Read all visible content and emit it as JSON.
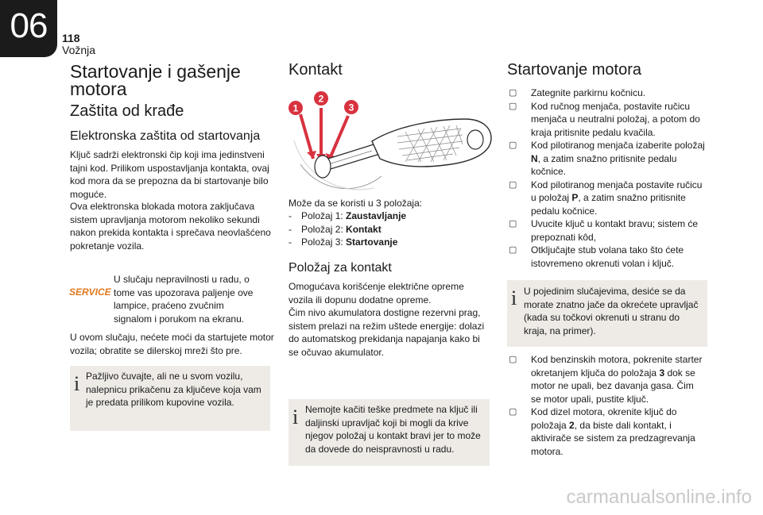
{
  "header": {
    "chapter": "06",
    "page_number": "118",
    "section": "Vožnja"
  },
  "col1": {
    "title": "Startovanje i gašenje motora",
    "subtitle": "Zaštita od krađe",
    "subsubtitle": "Elektronska zaštita od startovanja",
    "paragraph1": "Ključ sadrži elektronski čip koji ima jedinstveni tajni kod. Prilikom uspostavljanja kontakta, ovaj kod mora da se prepozna da bi startovanje bilo moguće.",
    "paragraph2": "Ova elektronska blokada motora zaključava sistem upravljanja motorom nekoliko sekundi nakon prekida kontakta i sprečava neovlašćeno pokretanje vozila.",
    "service_logo": "SERVICE",
    "service_text": "U slučaju nepravilnosti u radu, o tome vas upozorava paljenje ove lampice, praćeno zvučnim signalom i porukom na ekranu.",
    "paragraph3": "U ovom slučaju, nećete moći da startujete motor vozila; obratite se dilerskoj mreži što pre.",
    "info_box": "Pažljivo čuvajte, ali ne u svom vozilu, nalepnicu prikačenu za ključeve koja vam je predata prilikom kupovine vozila."
  },
  "col2": {
    "title": "Kontakt",
    "key_positions": [
      "1",
      "2",
      "3"
    ],
    "intro": "Može da se koristi u 3 položaja:",
    "positions": [
      {
        "prefix": "Položaj 1: ",
        "name": "Zaustavljanje"
      },
      {
        "prefix": "Položaj 2: ",
        "name": "Kontakt"
      },
      {
        "prefix": "Položaj 3: ",
        "name": "Startovanje"
      }
    ],
    "subtitle": "Položaj za kontakt",
    "paragraph1": "Omogućava korišćenje električne opreme vozila ili dopunu dodatne opreme.",
    "paragraph2": "Čim nivo akumulatora dostigne rezervni prag, sistem prelazi na režim uštede energije: dolazi do automatskog prekidanja napajanja kako bi se očuvao akumulator.",
    "info_box": "Nemojte kačiti teške predmete na ključ ili daljinski upravljač koji bi mogli da krive njegov položaj u kontakt bravi jer to može da dovede do neispravnosti u radu."
  },
  "col3": {
    "title": "Startovanje motora",
    "steps": [
      {
        "text": "Zategnite parkirnu kočnicu."
      },
      {
        "text": "Kod ručnog menjača, postavite ručicu menjača u neutralni položaj, a potom do kraja pritisnite pedalu kvačila."
      },
      {
        "pre": "Kod pilotiranog menjača izaberite položaj ",
        "bold": "N",
        "post": ", a zatim snažno pritisnite pedalu kočnice."
      },
      {
        "pre": "Kod pilotiranog menjača postavite ručicu u položaj ",
        "bold": "P",
        "post": ", a zatim snažno pritisnite pedalu kočnice."
      },
      {
        "text": "Uvucite ključ u kontakt bravu; sistem će prepoznati kôd,"
      },
      {
        "text": "Otključajte stub volana tako što ćete istovremeno okrenuti volan i ključ."
      }
    ],
    "info_box": "U pojedinim slučajevima, desiće se da morate znatno jače da okrećete upravljač (kada su točkovi okrenuti u stranu do kraja, na primer).",
    "steps2": [
      {
        "pre": "Kod benzinskih motora, pokrenite starter okretanjem ključa do položaja ",
        "bold": "3",
        "post": " dok se motor ne upali, bez davanja gasa. Čim se motor upali, pustite ključ."
      },
      {
        "pre": "Kod dizel motora, okrenite ključ do položaja ",
        "bold": "2",
        "post": ", da biste dali kontakt, i aktivirače se sistem za predzagrevanja motora."
      }
    ]
  },
  "watermark": "carmanualsonline.info",
  "colors": {
    "accent_red": "#d8323f",
    "box_bg": "#eeebe7",
    "chapter_tab": "#1b1b1b",
    "service_orange": "#e07a1f"
  }
}
